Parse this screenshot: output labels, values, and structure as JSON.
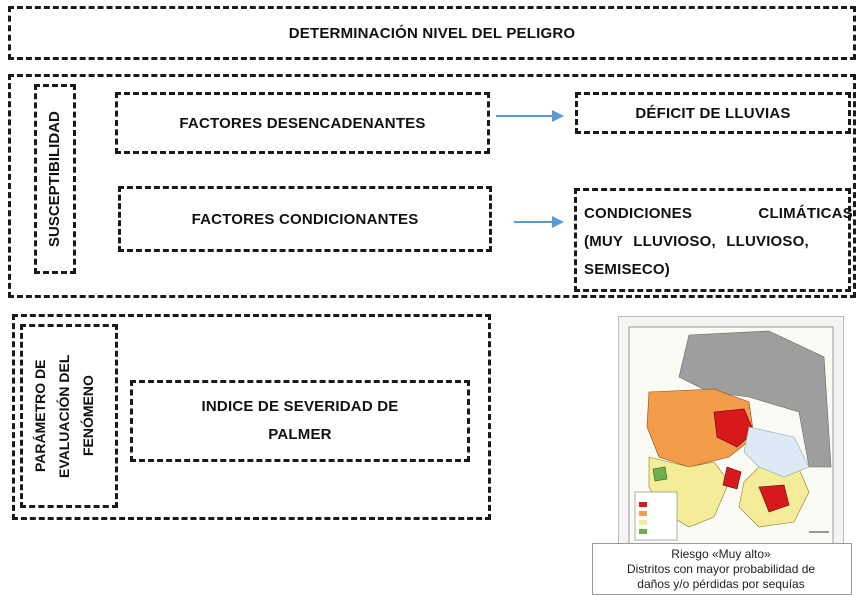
{
  "title": "DETERMINACIÓN NIVEL DEL PELIGRO",
  "susceptibility": {
    "label": "SUSCEPTIBILIDAD",
    "triggering_factors": "FACTORES DESENCADENANTES",
    "triggering_result": "DÉFICIT DE LLUVIAS",
    "conditioning_factors": "FACTORES CONDICIONANTES",
    "conditioning_result_line1": "CONDICIONES CLIMÁTICAS",
    "conditioning_result_line2": "(MUY LLUVIOSO, LLUVIOSO,",
    "conditioning_result_line3": "SEMISECO)"
  },
  "parameter": {
    "label_line1": "PARÁMETRO DE",
    "label_line2": "EVALUACIÓN DEL",
    "label_line3": "FENÓMENO",
    "index_line1": "INDICE DE SEVERIDAD DE",
    "index_line2": "PALMER"
  },
  "map_caption": {
    "line1": "Riesgo «Muy alto»",
    "line2": "Distritos con mayor probabilidad de",
    "line3": "daños y/o pérdidas por sequías"
  },
  "colors": {
    "border": "#1a1a1a",
    "arrow": "#5b9bd5",
    "very_high": "#d7191c",
    "high": "#f39c4a",
    "medium": "#f5ec9a",
    "low": "#6ab04c",
    "no_data": "#9e9e9e"
  }
}
